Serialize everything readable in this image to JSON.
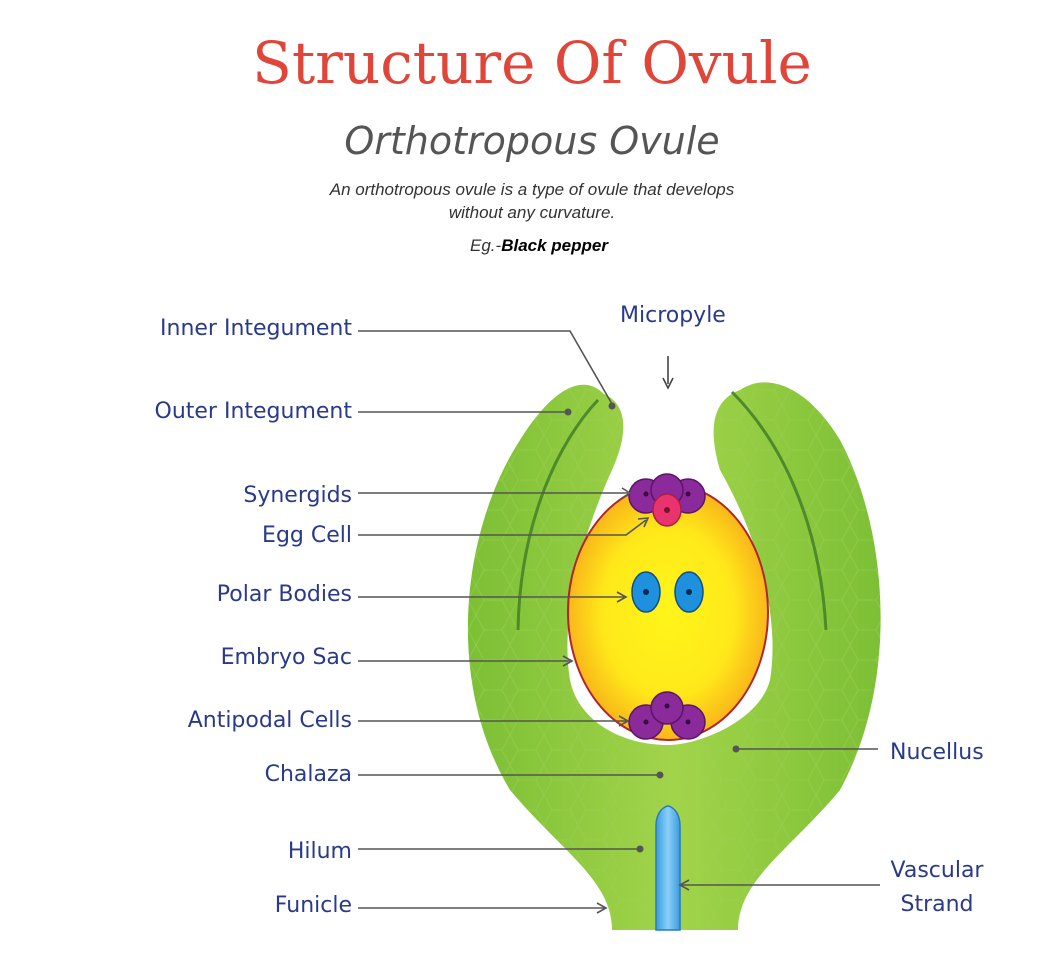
{
  "header": {
    "title": "Structure Of Ovule",
    "subtitle": "Orthotropous Ovule",
    "description_line1": "An orthotropous ovule is a type of ovule that develops",
    "description_line2": "without any curvature.",
    "example_prefix": "Eg.-",
    "example_value": "Black pepper"
  },
  "labels": {
    "inner_integument": "Inner Integument",
    "outer_integument": "Outer Integument",
    "synergids": "Synergids",
    "egg_cell": "Egg Cell",
    "polar_bodies": "Polar Bodies",
    "embryo_sac": "Embryo Sac",
    "antipodal_cells": "Antipodal Cells",
    "chalaza": "Chalaza",
    "hilum": "Hilum",
    "funicle": "Funicle",
    "micropyle": "Micropyle",
    "nucellus": "Nucellus",
    "vascular_strand_line1": "Vascular",
    "vascular_strand_line2": "Strand"
  },
  "colors": {
    "title": "#e0453a",
    "label": "#2a3a8a",
    "nucellus_green": "#8cc63f",
    "embryo_sac_yellow": "#ffe81a",
    "cell_purple": "#8b2a9a",
    "egg_pink": "#e8336d",
    "polar_blue": "#1e90dd",
    "vascular_blue": "#5ab4ec"
  }
}
